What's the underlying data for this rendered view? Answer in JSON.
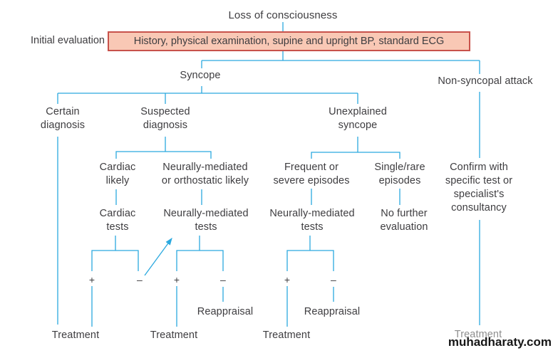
{
  "palette": {
    "line_color": "#2ba9df",
    "box_fill": "#f9c8b5",
    "box_border": "#c8524b",
    "text_color": "#3e3d40",
    "faded_text_color": "#8e8e8e",
    "watermark_color": "#161616"
  },
  "flowchart": {
    "title": "Loss of consciousness",
    "initial_evaluation": {
      "label": "Initial evaluation",
      "box": "History, physical examination, supine and upright BP, standard ECG"
    },
    "level1": {
      "syncope": "Syncope",
      "non_syncopal": "Non-syncopal attack"
    },
    "level2": {
      "certain": "Certain\ndiagnosis",
      "suspected": "Suspected\ndiagnosis",
      "unexplained": "Unexplained\nsyncope"
    },
    "level3": {
      "cardiac_likely": "Cardiac\nlikely",
      "neurally_orthostatic": "Neurally-mediated\nor orthostatic likely",
      "frequent_severe": "Frequent or\nsevere episodes",
      "single_rare": "Single/rare\nepisodes",
      "confirm": "Confirm with\nspecific test or\nspecialist's\nconsultancy"
    },
    "level4": {
      "cardiac_tests": "Cardiac\ntests",
      "nm_tests": "Neurally-mediated\ntests",
      "no_further": "No further\nevaluation"
    },
    "signs": {
      "plus": "+",
      "minus": "–"
    },
    "outcomes": {
      "reappraisal": "Reappraisal",
      "treatment": "Treatment"
    }
  },
  "watermark": "muhadharaty.com"
}
